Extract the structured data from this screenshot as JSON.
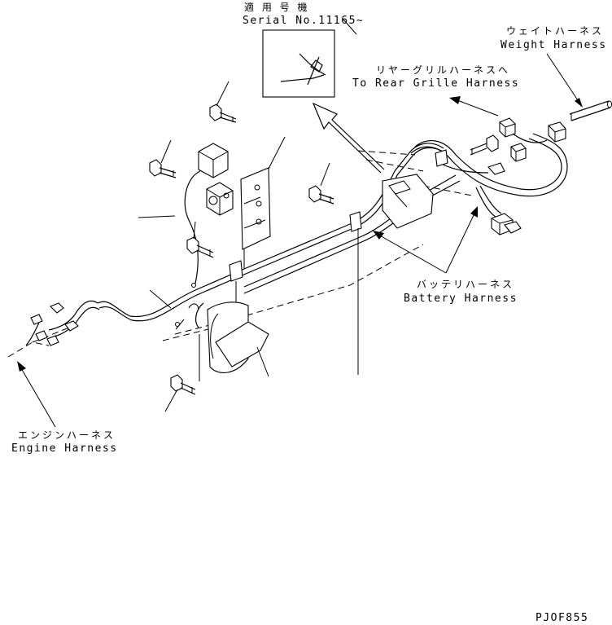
{
  "labels": {
    "serial_jp": "適 用 号 機",
    "serial_en": "Serial No.11165~",
    "weight_jp": "ウェイトハーネス",
    "weight_en": "Weight Harness",
    "rear_jp": "リヤーグリルハーネスへ",
    "rear_en": "To Rear Grille Harness",
    "battery_jp": "バッテリハーネス",
    "battery_en": "Battery Harness",
    "engine_jp": "エンジンハーネス",
    "engine_en": "Engine Harness",
    "drawing_code": "PJOF855"
  },
  "icons": [
    "bolt-icon",
    "connector-icon",
    "clamp-icon",
    "relay-icon",
    "bracket-icon"
  ]
}
